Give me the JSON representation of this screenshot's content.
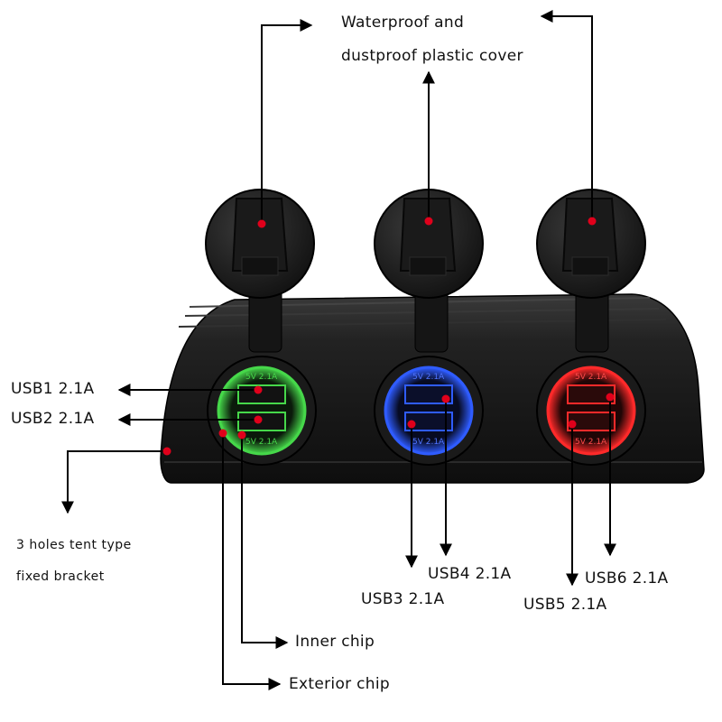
{
  "labels": {
    "cover_line1": "Waterproof and",
    "cover_line2": "dustproof plastic cover",
    "usb1": "USB1 2.1A",
    "usb2": "USB2 2.1A",
    "usb3": "USB3 2.1A",
    "usb4": "USB4 2.1A",
    "usb5": "USB5 2.1A",
    "usb6": "USB6 2.1A",
    "bracket_line1": "3 holes tent type",
    "bracket_line2": "fixed bracket",
    "inner_chip": "Inner chip",
    "exterior_chip": "Exterior chip"
  },
  "socket_text": {
    "rating": "5V 2.1A"
  },
  "colors": {
    "body": "#1c1c1c",
    "cap": "#222222",
    "green": "#46d84a",
    "blue": "#2f5cff",
    "red": "#ff2a2a",
    "marker": "#e0001b",
    "line": "#000000"
  }
}
